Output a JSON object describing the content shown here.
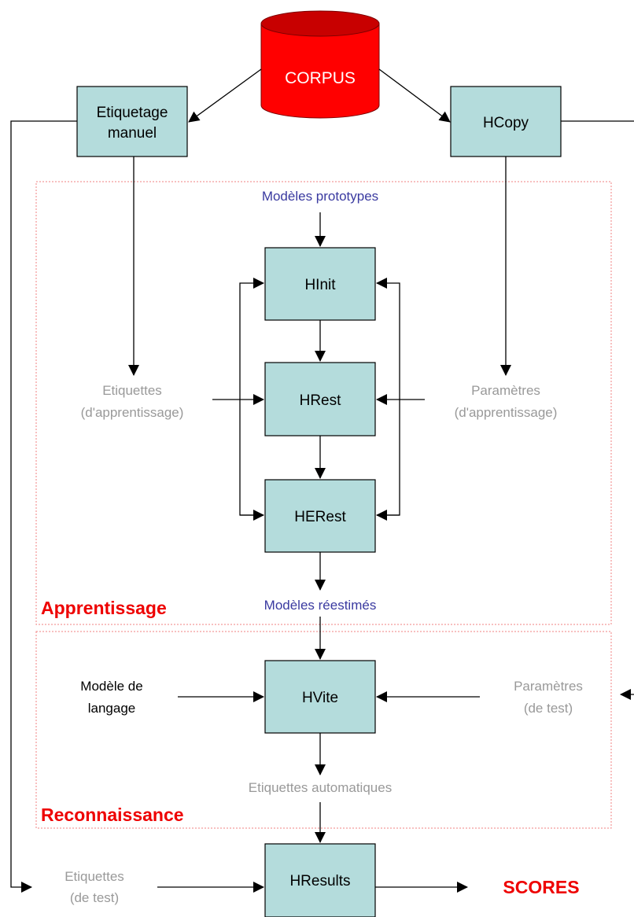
{
  "corpus": {
    "label": "CORPUS",
    "fill": "#ff0000",
    "shade": "#c80000"
  },
  "boxes": {
    "etiquetage": {
      "line1": "Etiquetage",
      "line2": "manuel"
    },
    "hcopy": "HCopy",
    "hinit": "HInit",
    "hrest": "HRest",
    "herest": "HERest",
    "hvite": "HVite",
    "hresults": "HResults"
  },
  "labels": {
    "modeles_prototypes": "Modèles prototypes",
    "etiquettes_apprentissage": {
      "line1": "Etiquettes",
      "line2": "(d'apprentissage)"
    },
    "parametres_apprentissage": {
      "line1": "Paramètres",
      "line2": "(d'apprentissage)"
    },
    "modeles_reestimes": "Modèles réestimés",
    "modele_langage": {
      "line1": "Modèle de",
      "line2": "langage"
    },
    "parametres_test": {
      "line1": "Paramètres",
      "line2": "(de test)"
    },
    "etiquettes_automatiques": "Etiquettes automatiques",
    "etiquettes_test": {
      "line1": "Etiquettes",
      "line2": "(de test)"
    },
    "scores": "SCORES"
  },
  "sections": {
    "apprentissage": "Apprentissage",
    "reconnaissance": "Reconnaissance"
  },
  "colors": {
    "box_fill": "#b4dcdc",
    "section_title": "#ee0000",
    "section_frame": "#f08080",
    "gray_text": "#999999",
    "blue_text": "#3a3aa0"
  }
}
